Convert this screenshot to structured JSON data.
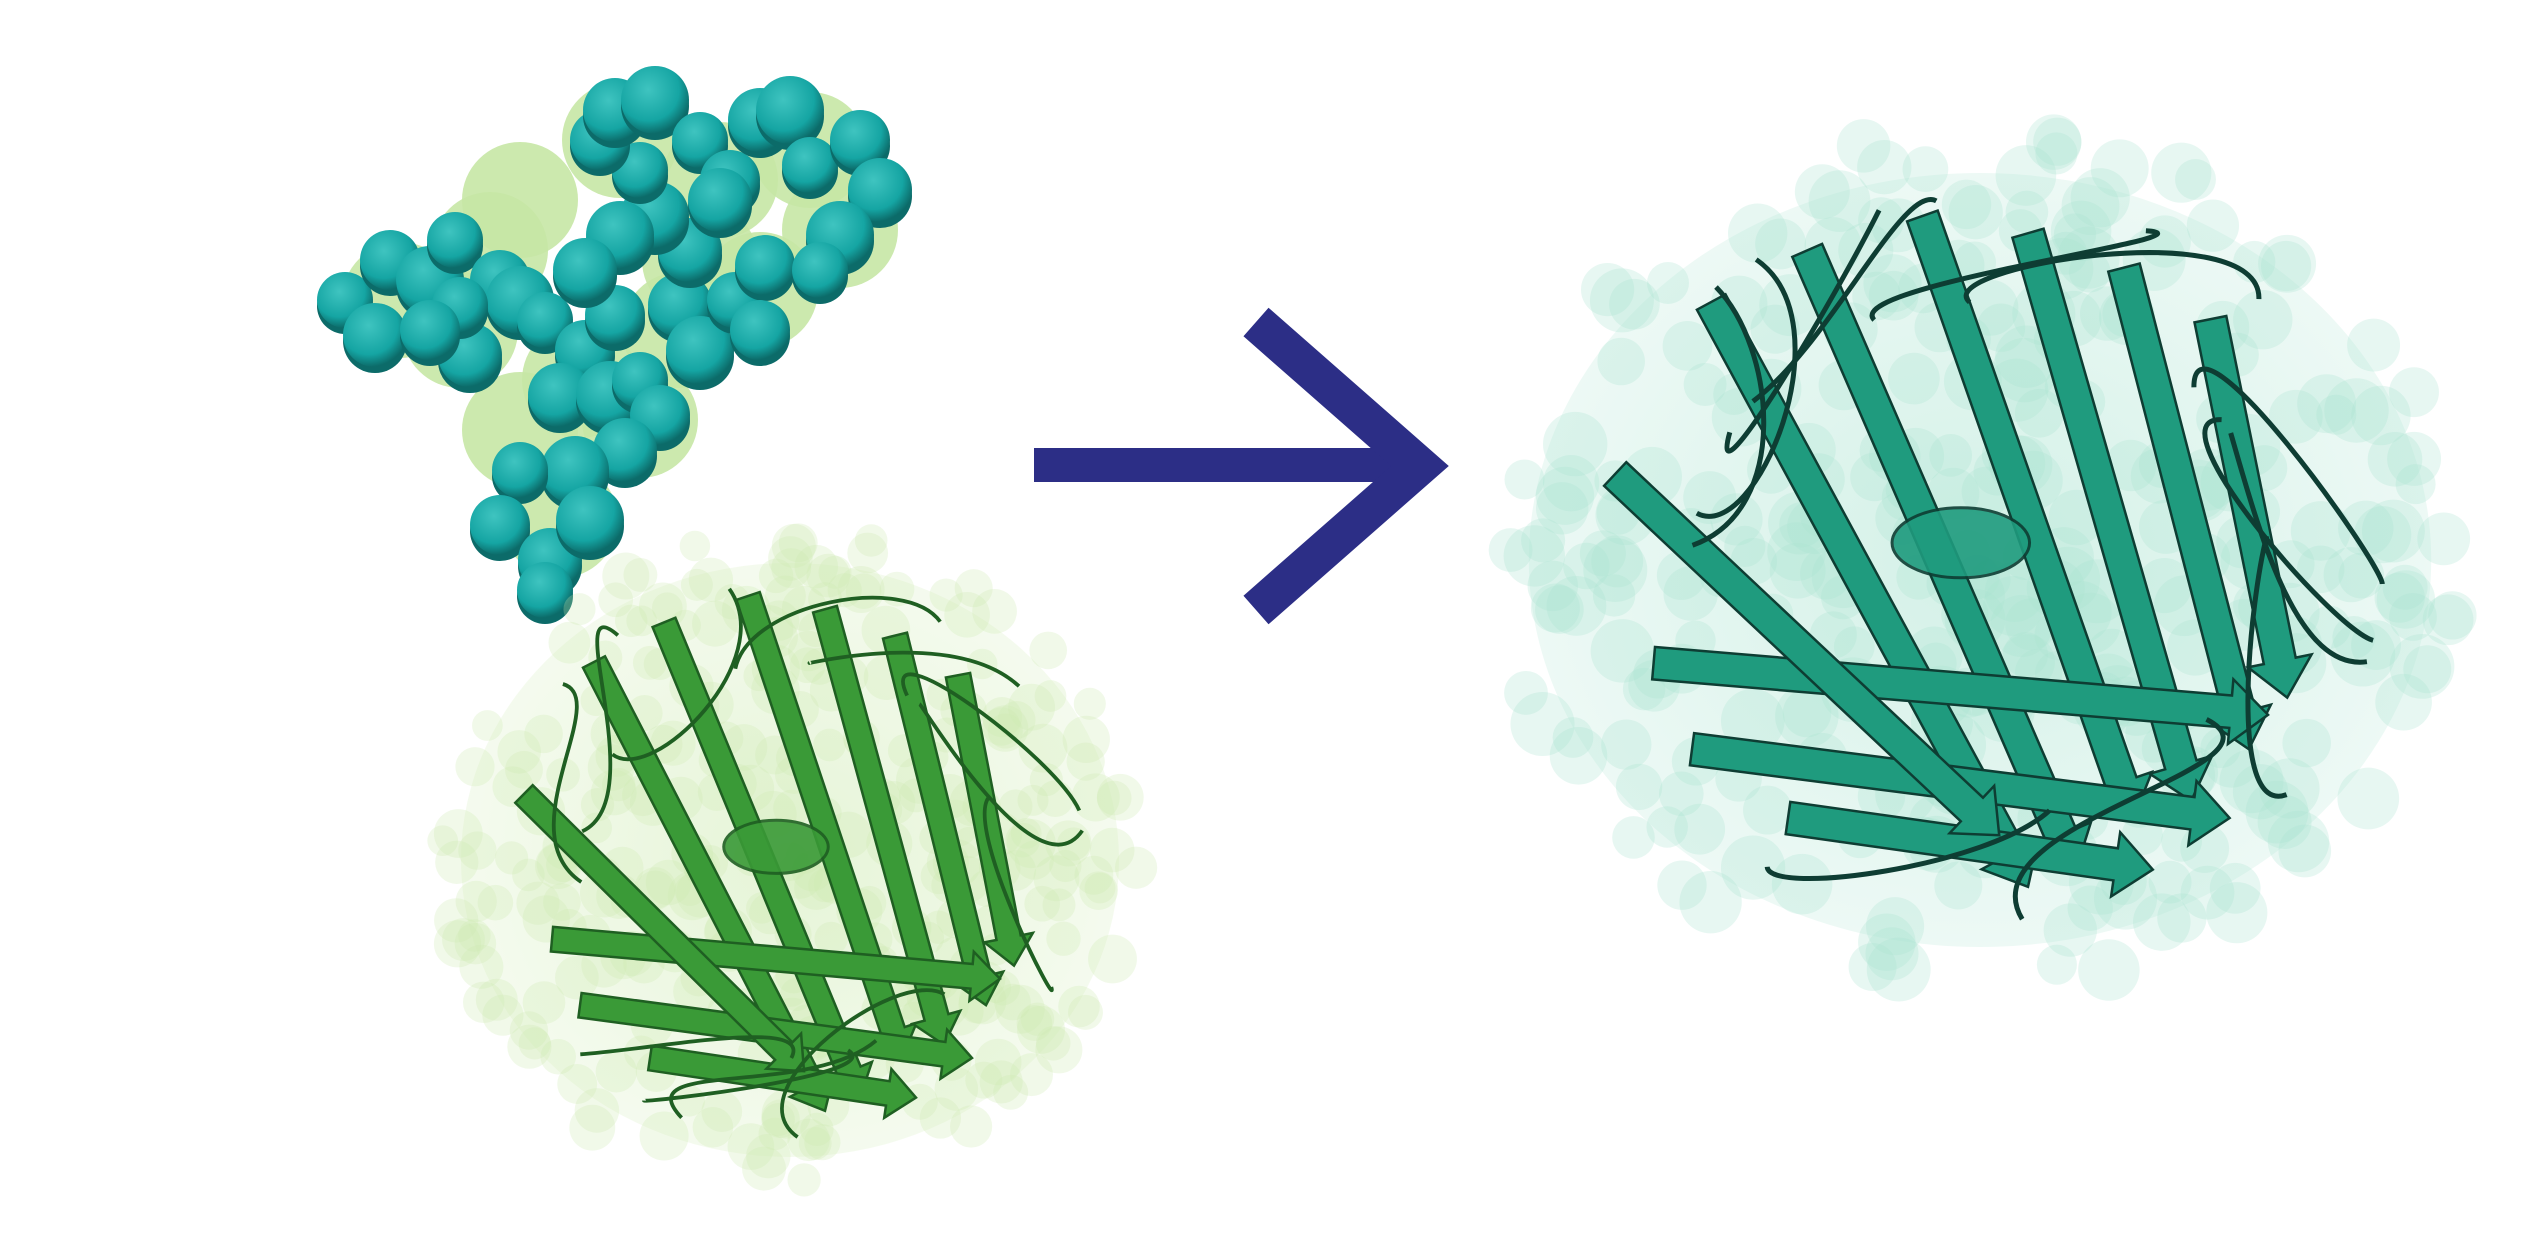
{
  "figure": {
    "panels": [
      {
        "id": "polymer",
        "icon": "space-filling-molecule"
      },
      {
        "id": "protein-before",
        "icon": "beta-barrel-protein"
      },
      {
        "id": "arrow",
        "icon": "arrow-right-icon"
      },
      {
        "id": "protein-after",
        "icon": "beta-barrel-protein-complex"
      }
    ],
    "colors": {
      "background": "#ffffff",
      "atom_teal": "#15a5a3",
      "atom_teal_dark": "#0c6b69",
      "atom_core_green": "#c6e7a5",
      "protein_green": "#3a9a37",
      "protein_green_dark": "#1f5f22",
      "surface_light_green": "#cdeab0",
      "arrow_navy": "#2c2e86",
      "protein_teal": "#1f9b7e",
      "protein_teal_dark": "#0e3d33",
      "surface_light_teal": "#a9e3d0"
    }
  }
}
